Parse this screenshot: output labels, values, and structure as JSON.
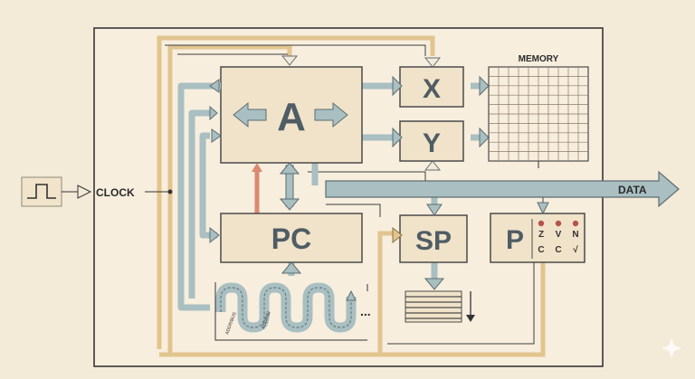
{
  "labels": {
    "clock": "CLOCK",
    "memory": "MEMORY",
    "data": "DATA",
    "reg_a": "A",
    "reg_x": "X",
    "reg_y": "Y",
    "reg_pc": "PC",
    "reg_sp": "SP",
    "reg_p": "P",
    "ellipsis": "...",
    "wave_left": "ADDR/BUS",
    "wave_right": "ADDR/BI"
  },
  "flags": [
    "Z",
    "V",
    "N",
    "C",
    "C",
    "√"
  ],
  "colors": {
    "background": "#f4ead8",
    "register_fill": "#f0e3c9",
    "bus_blue": "#a9bfc1",
    "bus_tan": "#e2c48f",
    "flag_dot": "#b5544b",
    "pc_arrow": "#d98a70"
  },
  "icons": [
    "clock-pulse-icon",
    "memory-grid-icon",
    "stack-icon",
    "double-arrow-icon"
  ]
}
